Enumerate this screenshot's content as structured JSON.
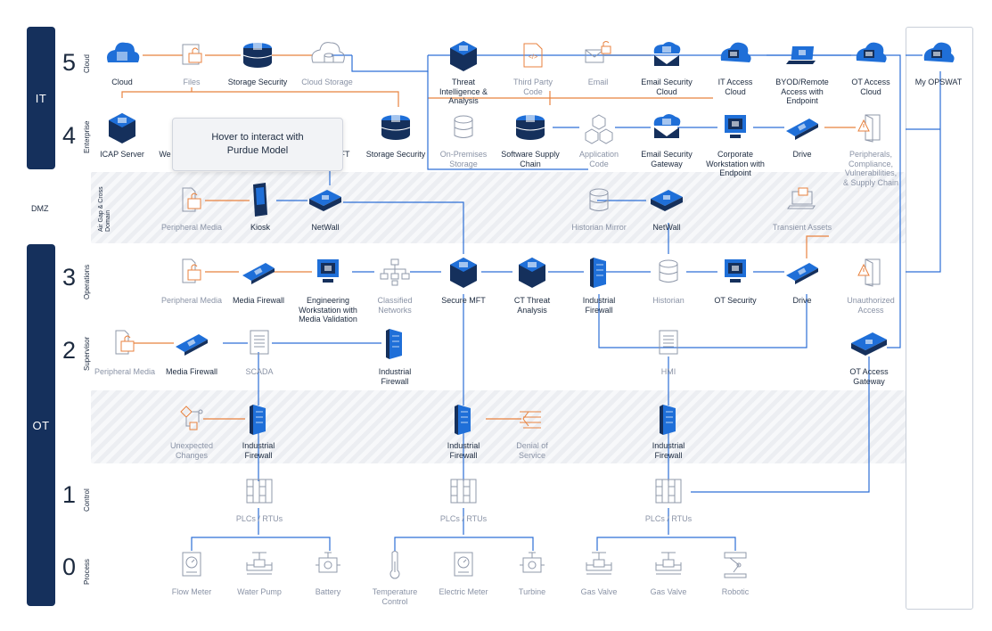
{
  "sides": {
    "it": "IT",
    "ot": "OT"
  },
  "dmz": "DMZ",
  "tooltip": {
    "line1": "Hover to interact with",
    "line2": "Purdue Model"
  },
  "levels": [
    {
      "num": "5",
      "name": "Cloud"
    },
    {
      "num": "4",
      "name": "Enterprise"
    },
    {
      "num": "3",
      "name": "Operations"
    },
    {
      "num": "2",
      "name": "Supervisor"
    },
    {
      "num": "1",
      "name": "Control"
    },
    {
      "num": "0",
      "name": "Process"
    }
  ],
  "bands": {
    "airgap": "Air Gap & Cross Domain"
  },
  "nodes": {
    "cloud": "Cloud",
    "files": "Files",
    "storage_security_5": "Storage Security",
    "cloud_storage": "Cloud Storage",
    "threat_intel": [
      "Threat",
      "Intelligence &",
      "Analysis"
    ],
    "third_party": [
      "Third Party",
      "Code"
    ],
    "email": "Email",
    "email_sec_cloud": [
      "Email Security",
      "Cloud"
    ],
    "it_access_cloud": [
      "IT Access",
      "Cloud"
    ],
    "byod": [
      "BYOD/Remote",
      "Access with",
      "Endpoint"
    ],
    "ot_access_cloud": [
      "OT Access",
      "Cloud"
    ],
    "my_opswat": "My OPSWAT",
    "icap": "ICAP Server",
    "we_partial": "We",
    "ft_partial": "FT",
    "storage_security_4": "Storage Security",
    "onprem_storage": [
      "On-Premises",
      "Storage"
    ],
    "sw_supply": [
      "Software Supply",
      "Chain"
    ],
    "app_code": [
      "Application",
      "Code"
    ],
    "email_sec_gw": [
      "Email Security",
      "Gateway"
    ],
    "corp_ws": [
      "Corporate",
      "Workstation with",
      "Endpoint"
    ],
    "drive_4": "Drive",
    "peripherals": [
      "Peripherals,",
      "Compliance,",
      "Vulnerabilities,",
      "& Supply Chain"
    ],
    "periph_dmz": "Peripheral Media",
    "kiosk": "Kiosk",
    "netwall_1": "NetWall",
    "historian_mirror": "Historian Mirror",
    "netwall_2": "NetWall",
    "transient": "Transient Assets",
    "periph_3": "Peripheral Media",
    "media_fw_3": "Media Firewall",
    "eng_ws": [
      "Engineering",
      "Workstation with",
      "Media Validation"
    ],
    "classified": [
      "Classified",
      "Networks"
    ],
    "secure_mft": "Secure MFT",
    "ct_threat": [
      "CT Threat",
      "Analysis"
    ],
    "ind_fw_3": [
      "Industrial",
      "Firewall"
    ],
    "historian": "Historian",
    "ot_security": "OT Security",
    "drive_3": "Drive",
    "unauth": [
      "Unauthorized",
      "Access"
    ],
    "periph_2": "Peripheral Media",
    "media_fw_2": "Media Firewall",
    "scada": "SCADA",
    "ind_fw_2": [
      "Industrial",
      "Firewall"
    ],
    "hmi": "HMI",
    "ot_access_gw": [
      "OT Access",
      "Gateway"
    ],
    "unexpected": [
      "Unexpected",
      "Changes"
    ],
    "ind_fw_b1": [
      "Industrial",
      "Firewall"
    ],
    "ind_fw_b2": [
      "Industrial",
      "Firewall"
    ],
    "dos": [
      "Denial of",
      "Service"
    ],
    "ind_fw_b3": [
      "Industrial",
      "Firewall"
    ],
    "plc1": "PLCs / RTUs",
    "plc2": "PLCs / RTUs",
    "plc3": "PLCs / RTUs",
    "flow_meter": "Flow Meter",
    "water_pump": "Water Pump",
    "battery": "Battery",
    "temp_control": [
      "Temperature",
      "Control"
    ],
    "electric_meter": "Electric Meter",
    "turbine": "Turbine",
    "gas_valve_1": "Gas Valve",
    "gas_valve_2": "Gas Valve",
    "robotic": "Robotic"
  },
  "colors": {
    "navy": "#15305c",
    "blue": "#1f6fd8",
    "orange": "#e8823f",
    "gray": "#8a93a6",
    "line_blue": "#2d6fd6"
  }
}
